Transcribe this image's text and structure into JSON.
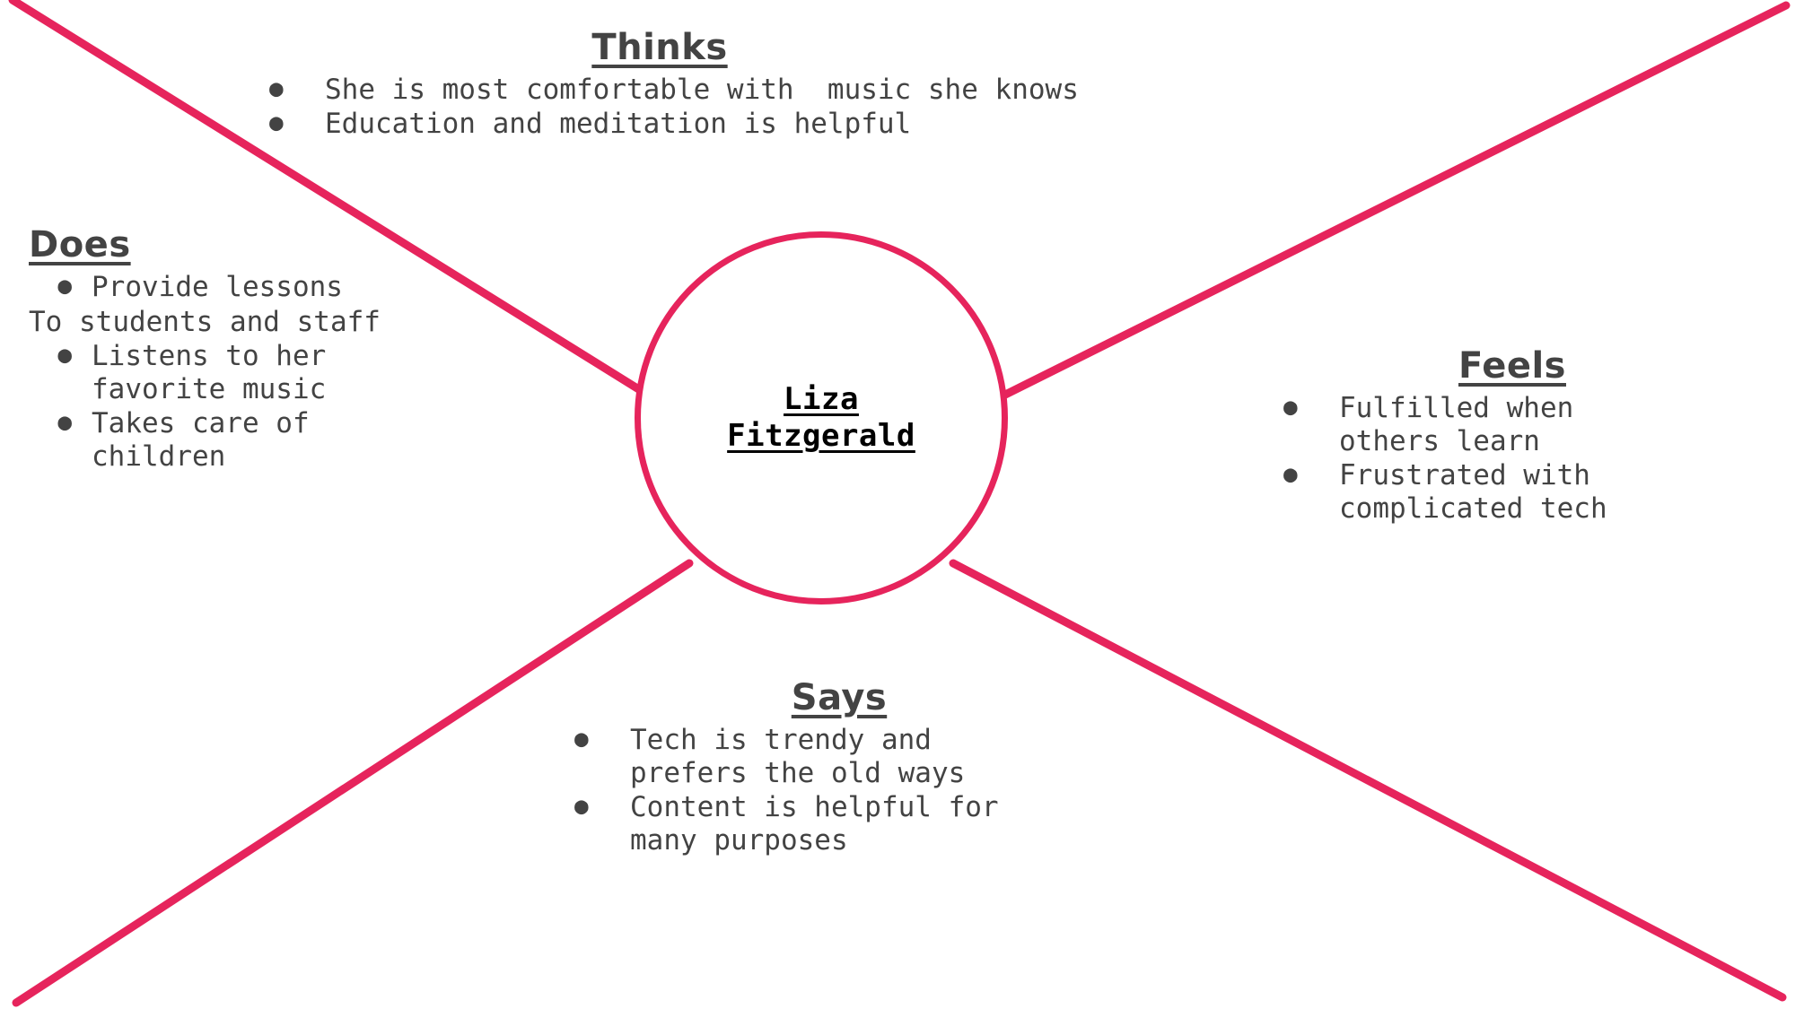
{
  "diagram": {
    "type": "empathy-map",
    "accent_color": "#E6245C",
    "text_color": "#434343",
    "center_text_color": "#000000",
    "background": "#ffffff"
  },
  "center": {
    "name_line_1": "Liza",
    "name_line_2": "Fitzgerald"
  },
  "quadrants": {
    "thinks": {
      "heading": "Thinks",
      "bullet_glyph": "●",
      "items": [
        "She is most comfortable with  music she knows",
        "Education and meditation is helpful"
      ]
    },
    "does": {
      "heading": "Does",
      "bullet_glyph": "●",
      "items": [
        "Provide lessons",
        "Listens to her\nfavorite music",
        "Takes care of\nchildren"
      ],
      "free_line": "To students and staff"
    },
    "feels": {
      "heading": "Feels",
      "bullet_glyph": "●",
      "items": [
        "Fulfilled when\nothers learn",
        "Frustrated with\ncomplicated tech"
      ]
    },
    "says": {
      "heading": "Says",
      "bullet_glyph": "●",
      "items": [
        "Tech is trendy and\nprefers the old ways",
        "Content is helpful for\nmany purposes"
      ]
    }
  }
}
